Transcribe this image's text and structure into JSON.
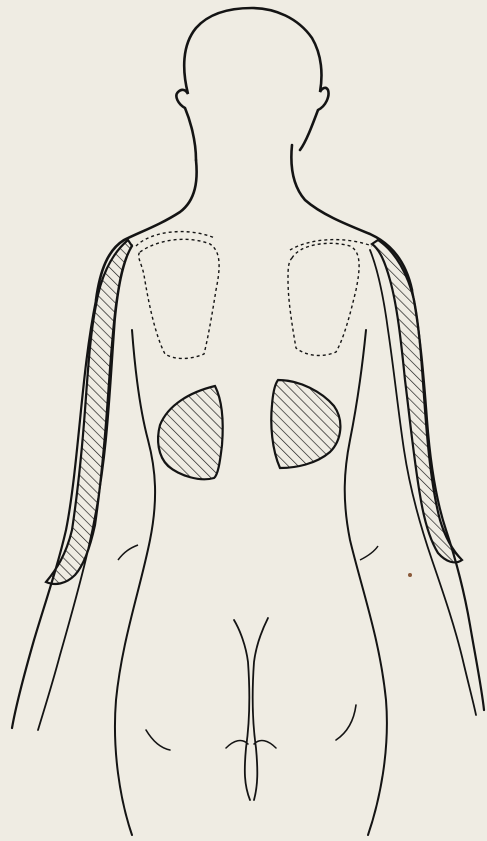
{
  "figure": {
    "background_color": "#efece3",
    "ink_color": "#141414",
    "hatch_regions": [
      "left-arm-band",
      "right-arm-band",
      "left-kidney-area",
      "right-kidney-area"
    ],
    "dotted_regions": [
      "left-scapula-outline",
      "right-scapula-outline"
    ]
  }
}
